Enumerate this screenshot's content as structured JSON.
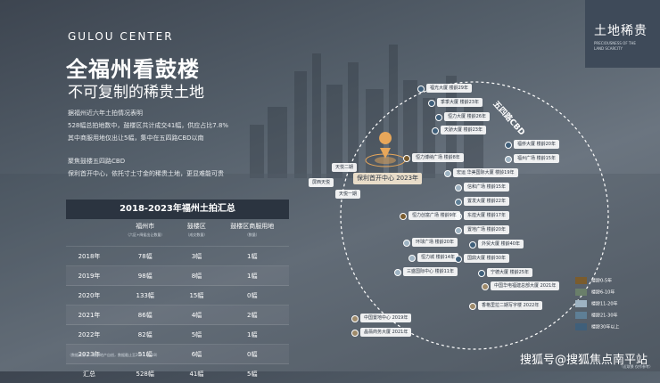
{
  "header": {
    "en_title": "GULOU CENTER",
    "cn_title": "全福州看鼓楼",
    "cn_subtitle": "不可复制的稀贵土地"
  },
  "badge": {
    "title": "土地稀贵",
    "sub1": "PRECIOUSNESS OF THE",
    "sub2": "LAND SCARCITY"
  },
  "paragraphs": [
    "据福州近六年土拍情况表明",
    "528幅总拍地数中，鼓楼区共计成交41幅，供应占比7.8%",
    "其中商服用地仅出让5幅，集中在五四路CBD以南",
    "聚焦鼓楼五四路CBD",
    "保利首开中心，依托寸土寸金的稀贵土地，更显难能可贵"
  ],
  "table": {
    "title": "2018-2023年福州土拍汇总",
    "headers": [
      {
        "label": "",
        "sub": ""
      },
      {
        "label": "福州市",
        "sub": "（六区+闽侯出让数量）"
      },
      {
        "label": "鼓楼区",
        "sub": "（成交数量）"
      },
      {
        "label": "鼓楼区商服用地",
        "sub": "（数量）"
      }
    ],
    "rows": [
      [
        "2018年",
        "78幅",
        "3幅",
        "1幅"
      ],
      [
        "2019年",
        "98幅",
        "8幅",
        "1幅"
      ],
      [
        "2020年",
        "133幅",
        "15幅",
        "0幅"
      ],
      [
        "2021年",
        "86幅",
        "4幅",
        "2幅"
      ],
      [
        "2022年",
        "82幅",
        "5幅",
        "1幅"
      ],
      [
        "2023年",
        "51幅",
        "6幅",
        "0幅"
      ],
      [
        "汇总",
        "528幅",
        "41幅",
        "5幅"
      ]
    ],
    "note": "（数据来源于：福州地产自创，数据截止至2023.11.18）"
  },
  "map": {
    "cbd_label": "五四路CBD",
    "center_label": "保利首开中心 2023年",
    "left_tags": [
      "天悦二期",
      "屏西天悦",
      "天悦一期"
    ],
    "tags": [
      {
        "text": "福光大厦 楼龄29年",
        "color": "#3f5f7a"
      },
      {
        "text": "季季大厦 楼龄23年",
        "color": "#3f5f7a"
      },
      {
        "text": "恒力大厦 楼龄26年",
        "color": "#3f5f7a"
      },
      {
        "text": "天骄大厦 楼龄23年",
        "color": "#3f5f7a"
      },
      {
        "text": "福侨大厦 楼龄20年",
        "color": "#3f5f7a"
      },
      {
        "text": "恒力博纳广场 楼龄8年",
        "color": "#7a5c2e"
      },
      {
        "text": "福州广场 楼龄15年",
        "color": "#9eb3c2"
      },
      {
        "text": "宏运 华美国际大厦 楼龄19年",
        "color": "#9eb3c2"
      },
      {
        "text": "信和广场 楼龄15年",
        "color": "#9eb3c2"
      },
      {
        "text": "置发大厦 楼龄22年",
        "color": "#5e7f96"
      },
      {
        "text": "东煌大厦 楼龄17年",
        "color": "#9eb3c2"
      },
      {
        "text": "恒力创富广场 楼龄9年",
        "color": "#7a5c2e"
      },
      {
        "text": "置地广场 楼龄20年",
        "color": "#9eb3c2"
      },
      {
        "text": "环球广场 楼龄20年",
        "color": "#9eb3c2"
      },
      {
        "text": "外贸大厦 楼龄40年",
        "color": "#3f5f7a"
      },
      {
        "text": "恒力城 楼龄14年",
        "color": "#9eb3c2"
      },
      {
        "text": "国鼎大厦 楼龄30年",
        "color": "#3f5f7a"
      },
      {
        "text": "三盛国际中心 楼龄11年",
        "color": "#9eb3c2"
      },
      {
        "text": "宁德大厦 楼龄25年",
        "color": "#3f5f7a"
      },
      {
        "text": "中国华电福建总部大厦 2021年",
        "color": "#9e8a6a"
      },
      {
        "text": "香格里拉二期写字楼 2022年",
        "color": "#9e8a6a"
      },
      {
        "text": "中国置地中心 2019年",
        "color": "#9e8a6a"
      },
      {
        "text": "晶翡商务大厦 2021年",
        "color": "#9e8a6a"
      }
    ]
  },
  "legend": [
    {
      "label": "楼龄0-5年",
      "color": "#7a5c2e"
    },
    {
      "label": "楼龄6-10年",
      "color": "#6a7f6a"
    },
    {
      "label": "楼龄11-20年",
      "color": "#9eb3c2"
    },
    {
      "label": "楼龄21-30年",
      "color": "#5e7f96"
    },
    {
      "label": "楼龄30年以上",
      "color": "#3f5f7a"
    }
  ],
  "watermark": "搜狐号@搜狐焦点南平站",
  "watermark_sub": "（近取景 仅作参考）"
}
